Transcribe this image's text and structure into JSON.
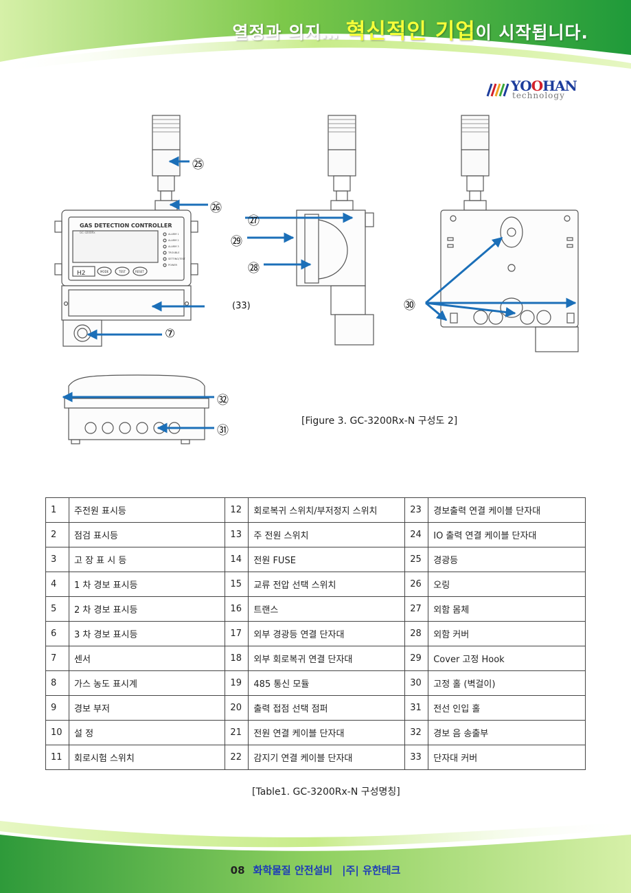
{
  "header": {
    "slogan_pre": "열정과 의지… ",
    "slogan_highlight": "혁신적인 기업",
    "slogan_post": "이 시작됩니다."
  },
  "logo": {
    "name_a": "YO",
    "name_b": "O",
    "name_c": "HAN",
    "sub": "technology"
  },
  "figure": {
    "callouts": {
      "c25": "㉕",
      "c26": "㉖",
      "c27": "㉗",
      "c28": "㉘",
      "c29": "㉙",
      "c30": "㉚",
      "c31": "㉛",
      "c32": "㉜",
      "c33": "(33)",
      "c7": "⑦"
    },
    "front_panel": {
      "title": "GAS DETECTION CONTROLLER",
      "model": "GC-3200Rx",
      "gas": "H2",
      "buttons": [
        "MODE",
        "TEST",
        "RESET"
      ],
      "indicators": [
        "ALARM 1",
        "ALARM 2",
        "ALARM 3",
        "TROUBLE",
        "SETTING/TEST",
        "POWER"
      ]
    },
    "caption": "[Figure 3. GC-3200Rx-N 구성도 2]"
  },
  "table": {
    "rows": [
      [
        {
          "n": "1",
          "t": "주전원 표시등"
        },
        {
          "n": "12",
          "t": "회로복귀 스위치/부저정지 스위치"
        },
        {
          "n": "23",
          "t": "경보출력 연결 케이블 단자대"
        }
      ],
      [
        {
          "n": "2",
          "t": "점검 표시등"
        },
        {
          "n": "13",
          "t": "주 전원 스위치"
        },
        {
          "n": "24",
          "t": "IO 출력 연결 케이블 단자대"
        }
      ],
      [
        {
          "n": "3",
          "t": "고 장 표 시 등"
        },
        {
          "n": "14",
          "t": "전원 FUSE"
        },
        {
          "n": "25",
          "t": "경광등"
        }
      ],
      [
        {
          "n": "4",
          "t": "1 차 경보 표시등"
        },
        {
          "n": "15",
          "t": "교류 전압 선택 스위치"
        },
        {
          "n": "26",
          "t": "오링"
        }
      ],
      [
        {
          "n": "5",
          "t": "2 차 경보 표시등"
        },
        {
          "n": "16",
          "t": "트랜스"
        },
        {
          "n": "27",
          "t": "외함 몸체"
        }
      ],
      [
        {
          "n": "6",
          "t": "3 차 경보 표시등"
        },
        {
          "n": "17",
          "t": "외부 경광등 연결 단자대"
        },
        {
          "n": "28",
          "t": "외함 커버"
        }
      ],
      [
        {
          "n": "7",
          "t": "센서"
        },
        {
          "n": "18",
          "t": "외부 회로복귀 연결 단자대"
        },
        {
          "n": "29",
          "t": "Cover 고정 Hook"
        }
      ],
      [
        {
          "n": "8",
          "t": "가스 농도 표시계"
        },
        {
          "n": "19",
          "t": "485 통신 모듈"
        },
        {
          "n": "30",
          "t": "고정 홀 (벽걸이)"
        }
      ],
      [
        {
          "n": "9",
          "t": "경보 부저"
        },
        {
          "n": "20",
          "t": "출력 접점 선택 점퍼"
        },
        {
          "n": "31",
          "t": "전선 인입 홀"
        }
      ],
      [
        {
          "n": "10",
          "t": "설 정"
        },
        {
          "n": "21",
          "t": "전원 연결 케이블 단자대"
        },
        {
          "n": "32",
          "t": "경보 음 송출부"
        }
      ],
      [
        {
          "n": "11",
          "t": "회로시험 스위치"
        },
        {
          "n": "22",
          "t": "감지기 연결 케이블 단자대"
        },
        {
          "n": "33",
          "t": "단자대 커버"
        }
      ]
    ],
    "caption": "[Table1. GC-3200Rx-N 구성명칭]"
  },
  "footer": {
    "page": "08",
    "title": "화학물질 안전설비",
    "company": "|주| 유한테크"
  },
  "colors": {
    "brand_green": "#3aa83a",
    "light_green": "#b8e07a",
    "arrow_blue": "#1b6fb8",
    "brand_navy": "#1d3d9c",
    "highlight_yellow": "#f6ff3a"
  }
}
